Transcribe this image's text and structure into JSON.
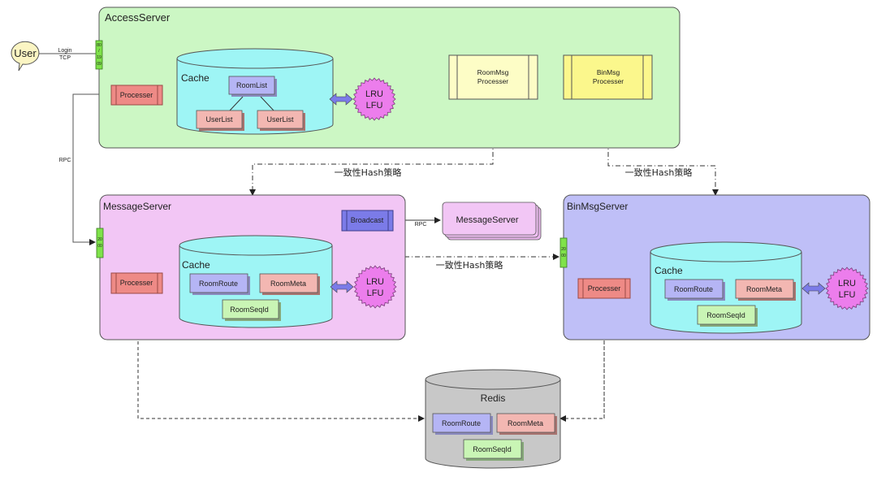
{
  "user": {
    "label": "User",
    "link_label_1": "Login",
    "link_label_2": "TCP"
  },
  "access_server": {
    "title": "AccessServer",
    "port_label_1": "80",
    "port_label_2": "/",
    "port_label_3": "19",
    "port_label_4": "09",
    "processer": "Processer",
    "cache": {
      "title": "Cache",
      "root": "RoomList",
      "children": [
        "UserList",
        "UserList"
      ]
    },
    "policy_1": "LRU",
    "policy_2": "LFU",
    "roommsg_processer_1": "RoomMsg",
    "roommsg_processer_2": "Processer",
    "binmsg_processer_1": "BinMsg",
    "binmsg_processer_2": "Processer"
  },
  "rpc_label": "RPC",
  "hash_strategy": "一致性Hash策略",
  "message_server": {
    "title": "MessageServer",
    "port_label_1": "20",
    "port_label_2": "00",
    "processer": "Processer",
    "broadcast": "Broadcast",
    "broadcast_rpc": "RPC",
    "peer_stack": "MessageServer",
    "cache": {
      "title": "Cache",
      "items": [
        "RoomRoute",
        "RoomMeta",
        "RoomSeqId"
      ]
    },
    "policy_1": "LRU",
    "policy_2": "LFU"
  },
  "binmsg_server": {
    "title": "BinMsgServer",
    "port_label_1": "20",
    "port_label_2": "00",
    "processer": "Processer",
    "cache": {
      "title": "Cache",
      "items": [
        "RoomRoute",
        "RoomMeta",
        "RoomSeqId"
      ]
    },
    "policy_1": "LRU",
    "policy_2": "LFU"
  },
  "redis": {
    "title": "Redis",
    "items": [
      "RoomRoute",
      "RoomMeta",
      "RoomSeqId"
    ]
  },
  "colors": {
    "access_bg": "#ccf7c4",
    "message_bg": "#f2c6f5",
    "binmsg_bg": "#bfbff7",
    "cache_bg": "#9ef5f5",
    "redis_bg": "#c8c8c8",
    "processer": "#ee8a86",
    "broadcast": "#7b7be8",
    "lru": "#ec7dec",
    "port": "#7fe24a",
    "roomroute": "#b5b5f5",
    "roommeta": "#f3b7b2",
    "roomseqid": "#c9f5b5"
  }
}
